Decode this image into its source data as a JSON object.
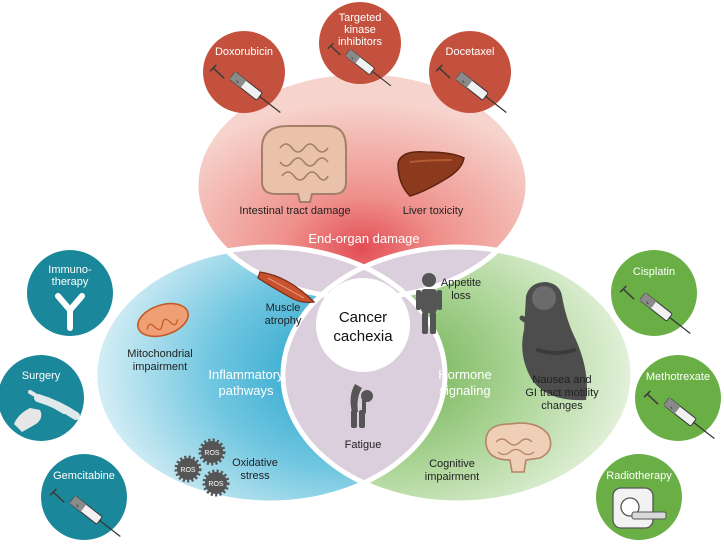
{
  "center": {
    "line1": "Cancer",
    "line2": "cachexia"
  },
  "regions": {
    "top": {
      "title": "End-organ damage"
    },
    "left": {
      "line1": "Inflammatory",
      "line2": "pathways"
    },
    "right": {
      "line1": "Hormone",
      "line2": "signaling"
    }
  },
  "overlaps": {
    "muscle": {
      "line1": "Muscle",
      "line2": "atrophy"
    },
    "appetite": {
      "line1": "Appetite",
      "line2": "loss"
    },
    "fatigue": {
      "label": "Fatigue"
    }
  },
  "effects": {
    "intestinal": "Intestinal tract damage",
    "liver": "Liver toxicity",
    "mito": {
      "line1": "Mitochondrial",
      "line2": "impairment"
    },
    "oxidative": {
      "line1": "Oxidative",
      "line2": "stress"
    },
    "ros": "ROS",
    "nausea": {
      "line1": "Nausea and",
      "line2": "GI tract motility",
      "line3": "changes"
    },
    "cognitive": {
      "line1": "Cognitive",
      "line2": "impairment"
    }
  },
  "treatments": {
    "doxorubicin": {
      "line1": "Doxorubicin"
    },
    "kinase": {
      "line1": "Targeted",
      "line2": "kinase",
      "line3": "inhibitors"
    },
    "docetaxel": {
      "line1": "Docetaxel"
    },
    "immuno": {
      "line1": "Immuno-",
      "line2": "therapy"
    },
    "surgery": {
      "line1": "Surgery"
    },
    "gemcitabine": {
      "line1": "Gemcitabine"
    },
    "cisplatin": {
      "line1": "Cisplatin"
    },
    "methotrexate": {
      "line1": "Methotrexate"
    },
    "radiotherapy": {
      "line1": "Radiotherapy"
    }
  },
  "colors": {
    "red_circle": "#c4513d",
    "teal_circle": "#1b879b",
    "green_circle": "#6aaf45",
    "top_region": "#f2bcb3",
    "left_region": "#7fcde3",
    "right_region": "#b9dba7",
    "overlap": "#dccfdd",
    "center": "#ffffff"
  }
}
